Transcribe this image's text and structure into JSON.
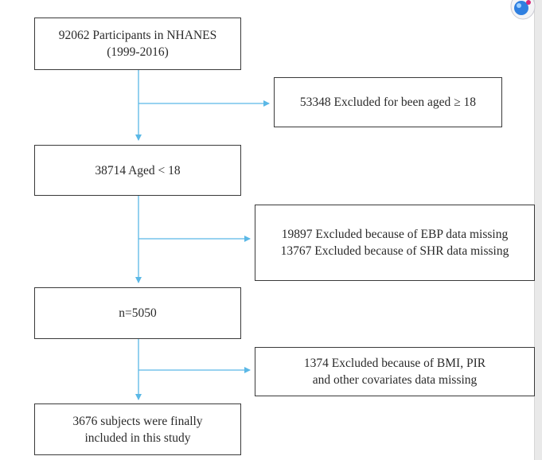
{
  "flowchart": {
    "start": {
      "line1": "92062 Participants in NHANES",
      "line2": "(1999-2016)"
    },
    "exclude1": {
      "line1": "53348 Excluded for been aged ≥ 18"
    },
    "step2": {
      "line1": "38714 Aged < 18"
    },
    "exclude2": {
      "line1": "19897 Excluded because of  EBP data missing",
      "line2": "13767 Excluded because of SHR data missing"
    },
    "step3": {
      "line1": "n=5050"
    },
    "exclude3": {
      "line1": "1374 Excluded because of BMI, PIR",
      "line2": "and other covariates data missing"
    },
    "final": {
      "line1": "3676 subjects were finally",
      "line2": "included in this study"
    }
  },
  "colors": {
    "arrow": "#5bb8e6",
    "border": "#3a3a3a",
    "widget_blue": "#2f7fe0",
    "widget_magenta": "#d6287a"
  },
  "icons": {
    "corner_widget": "assistant-bubble-icon"
  }
}
